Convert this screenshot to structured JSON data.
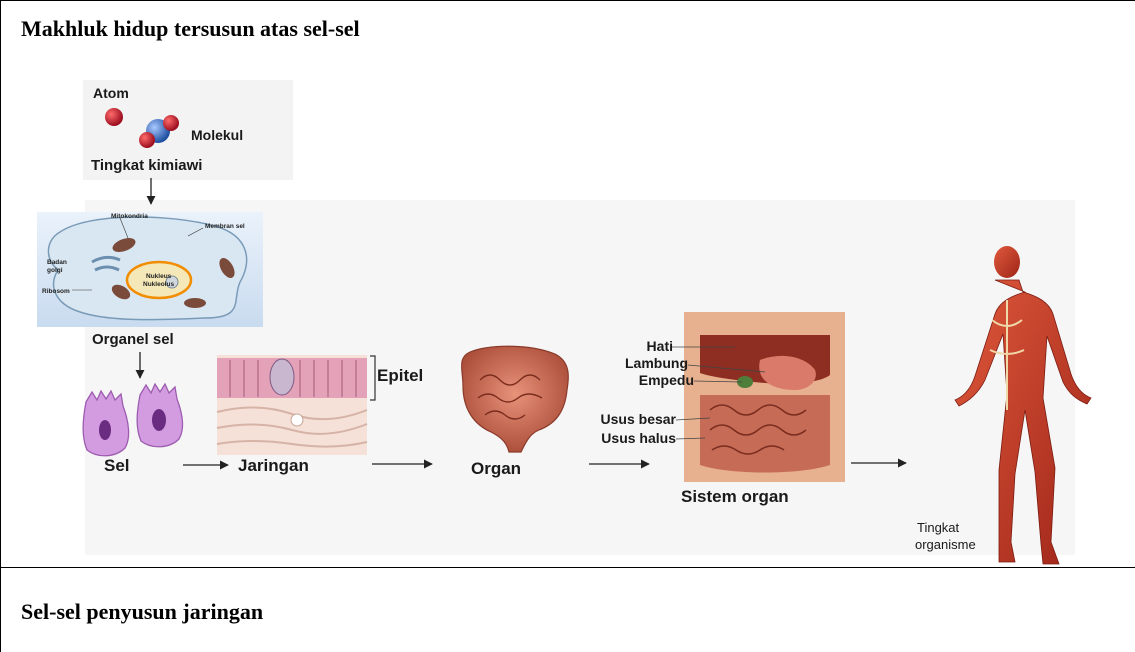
{
  "document": {
    "heading_top": "Makhluk hidup tersusun atas sel-sel",
    "heading_bottom": "Sel-sel penyusun jaringan"
  },
  "diagram": {
    "chemical": {
      "atom": "Atom",
      "molecule": "Molekul",
      "level": "Tingkat kimiawi"
    },
    "organelle": {
      "caption": "Organel sel",
      "labels": {
        "mitochondria": "Mitokondria",
        "membrane": "Membran sel",
        "golgi_1": "Badan",
        "golgi_2": "golgi",
        "ribosome": "Ribosom",
        "nucleus": "Nukleus",
        "nucleolus": "Nukleolus"
      }
    },
    "cell": "Sel",
    "tissue": {
      "caption": "Jaringan",
      "epithelium": "Epitel"
    },
    "organ": "Organ",
    "organ_system": {
      "caption": "Sistem organ",
      "labels": {
        "liver": "Hati",
        "stomach": "Lambung",
        "gallbladder": "Empedu",
        "large_intestine": "Usus besar",
        "small_intestine": "Usus halus"
      }
    },
    "organism": {
      "line1": "Tingkat",
      "line2": "organisme"
    }
  },
  "colors": {
    "atom_red": "#c8102e",
    "molecule_blue": "#3a6fc4",
    "muscle_red": "#c0392b",
    "tissue_pink": "#e3a2b8",
    "cell_purple": "#d39be0"
  }
}
